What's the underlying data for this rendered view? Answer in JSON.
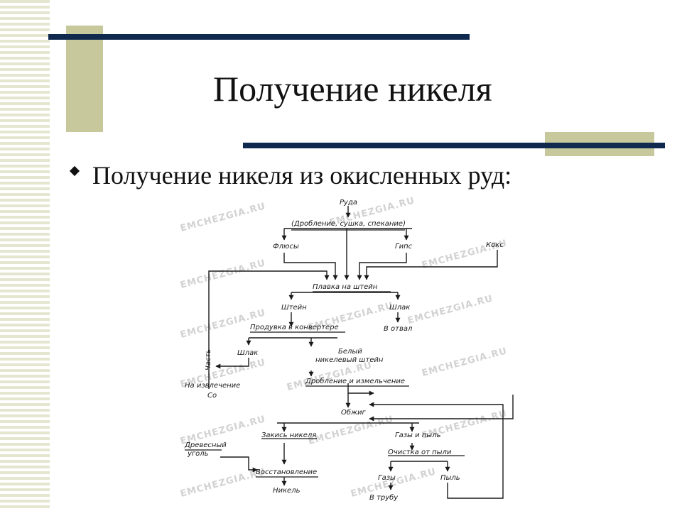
{
  "slide": {
    "title": "Получение никеля",
    "bullet": "Получение никеля из окисленных руд:"
  },
  "diagram": {
    "ore": "Руда",
    "prep": "(Дробление, сушка, спекание)",
    "fluxes": "Флюсы",
    "gypsum": "Гипс",
    "coke": "Кокс",
    "smelting": "Плавка на штейн",
    "matte": "Штейн",
    "slag1": "Шлак",
    "dump": "В отвал",
    "converter": "Продувка в конвертере",
    "slag2": "Шлак",
    "white_matte_1": "Белый",
    "white_matte_2": "никелевый штейн",
    "crushing": "Дробление и измельчение",
    "part": "Часть",
    "extraction_1": "На извлечение",
    "extraction_2": "Co",
    "roasting": "Обжиг",
    "oxide": "Закись никеля",
    "gases_dust": "Газы и пыль",
    "cleaning": "Очистка от пыли",
    "charcoal_1": "Древесный",
    "charcoal_2": "уголь",
    "reduction": "Восстановление",
    "nickel": "Никель",
    "gases": "Газы",
    "dust": "Пыль",
    "to_pipe": "В трубу",
    "watermark": "EMCHEZGIA.RU"
  }
}
